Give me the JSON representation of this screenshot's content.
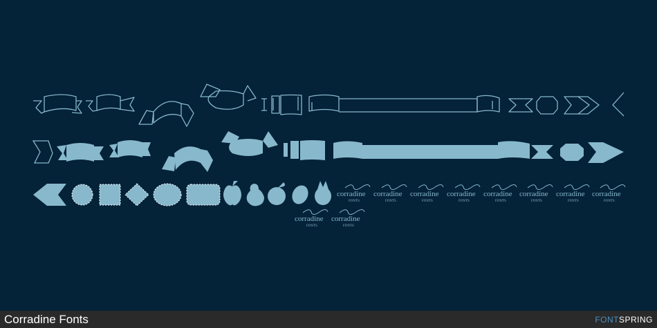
{
  "footer": {
    "title": "Corradine Fonts",
    "brand_part1": "FONT",
    "brand_part2": "SPRING"
  },
  "logo_text": {
    "name": "corradine",
    "sub": "FONTS"
  },
  "colors": {
    "background": "#042238",
    "glyph": "#88b8cc",
    "footer": "#2a2a2a",
    "brand_accent": "#4a90c2"
  }
}
